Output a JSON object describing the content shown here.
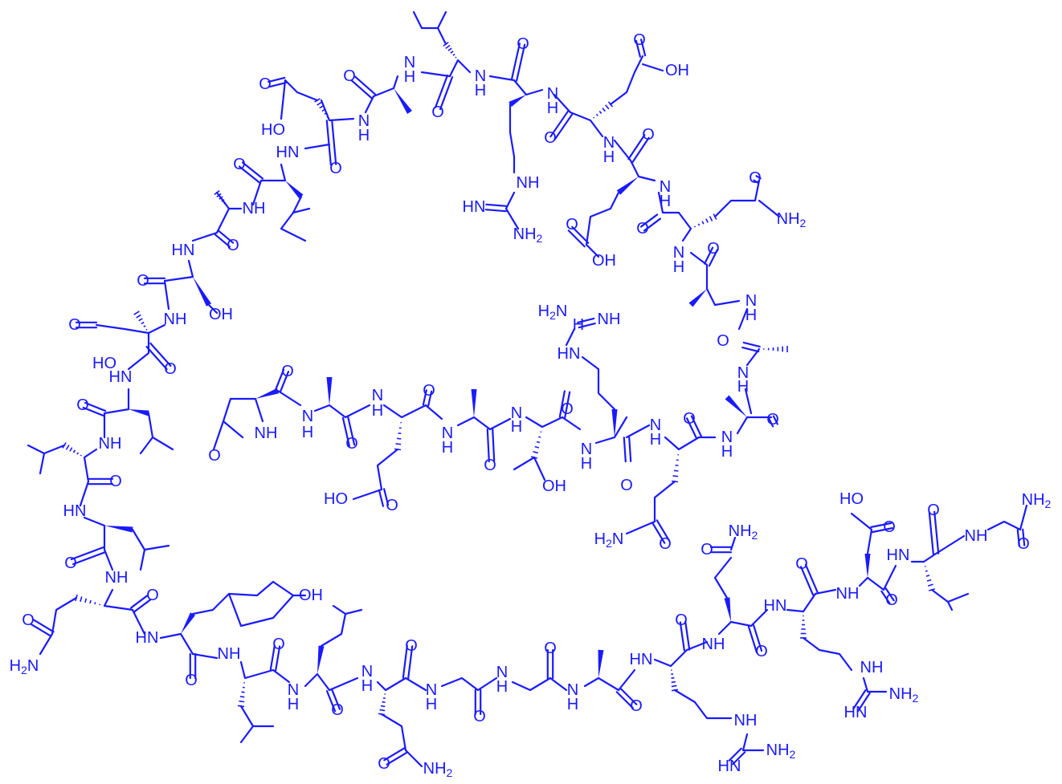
{
  "colors": {
    "structure": "#1a1aff",
    "background": "#ffffff"
  },
  "residues": {
    "pyroglu": {
      "ring_nh": "NH",
      "ring_o": "O",
      "co_o": "O"
    },
    "ala1": {
      "nh": "N",
      "nh_h": "H",
      "co_o": "O"
    },
    "glu1": {
      "nh": "N",
      "nh_h": "H",
      "co_o": "O",
      "side_o": "O",
      "side_oh": "HO"
    },
    "ala2": {
      "nh": "N",
      "nh_h": "H",
      "co_o": "O"
    },
    "thr1": {
      "nh": "N",
      "nh_h": "H",
      "co_o": "O",
      "side_oh": "OH"
    },
    "arg1": {
      "nh": "N",
      "nh_h": "H",
      "co_o": "O",
      "side_nh": "HN",
      "side_h": "H",
      "side_nh2": "H2N",
      "side_imine": "NH"
    },
    "gln1": {
      "nh": "N",
      "nh_h": "H",
      "co_o": "O",
      "side_o": "O",
      "side_nh2": "H2N"
    },
    "ala3": {
      "nh": "N",
      "nh_h": "H",
      "co_o": "O"
    },
    "ala4": {
      "nh": "N",
      "nh_h": "H",
      "co_o": "O"
    },
    "ala5": {
      "nh": "N",
      "nh_h": "H",
      "co_o": "O"
    },
    "gln2": {
      "nh": "N",
      "nh_h": "H",
      "co_o": "O",
      "side_o": "O",
      "side_nh2": "NH2"
    },
    "glu2": {
      "nh": "N",
      "nh_h": "H",
      "co_o": "O",
      "side_o": "O",
      "side_oh": "OH"
    },
    "glu3": {
      "nh": "N",
      "nh_h": "H",
      "co_o": "O",
      "side_o": "O",
      "side_oh": "OH"
    },
    "arg2": {
      "nh": "N",
      "nh_h": "H",
      "co_o": "O",
      "side_nh": "NH",
      "side_imine": "HN",
      "side_nh2": "NH2"
    },
    "leu1": {
      "nh": "N",
      "nh_h": "H",
      "co_o": "O"
    },
    "ala6": {
      "nh": "N",
      "nh_h": "H",
      "co_o": "O"
    },
    "asp1": {
      "nh": "N",
      "nh_h": "H",
      "co_o": "O",
      "side_o": "O",
      "side_oh": "HO"
    },
    "leu2": {
      "nh": "HN",
      "co_o": "O"
    },
    "ala7": {
      "nh": "NH",
      "co_o": "O"
    },
    "ser1": {
      "nh": "HN",
      "co_o": "O",
      "side_oh": "OH"
    },
    "asp2": {
      "nh": "NH",
      "co_o": "O",
      "side_o": "O",
      "side_oh": "HO"
    },
    "leu3": {
      "nh": "HN",
      "co_o": "O"
    },
    "leu4": {
      "nh": "NH",
      "co_o": "O"
    },
    "leu5": {
      "nh": "HN",
      "co_o": "O"
    },
    "gln3": {
      "nh": "NH",
      "co_o": "O",
      "side_o": "O",
      "side_nh2": "H2N"
    },
    "tyr1": {
      "nh": "HN",
      "co_o": "O",
      "side_oh": "OH"
    },
    "leu6": {
      "nh": "NH",
      "co_o": "O"
    },
    "leu7": {
      "nh": "N",
      "nh_h": "H",
      "co_o": "O"
    },
    "gln4": {
      "nh": "N",
      "nh_h": "H",
      "co_o": "O",
      "side_o": "O",
      "side_nh2": "NH2"
    },
    "gly1": {
      "nh": "N",
      "nh_h": "H",
      "co_o": "O"
    },
    "gly2": {
      "nh": "N",
      "nh_h": "H",
      "co_o": "O"
    },
    "ala8": {
      "nh": "N",
      "nh_h": "H",
      "co_o": "O"
    },
    "arg3": {
      "nh": "HN",
      "co_o": "O",
      "side_nh": "NH",
      "side_imine": "HN",
      "side_nh2": "NH2"
    },
    "gln5": {
      "nh": "NH",
      "co_o": "O",
      "side_o": "O",
      "side_nh2": "NH2"
    },
    "arg4": {
      "nh": "HN",
      "co_o": "O",
      "side_nh": "NH",
      "side_imine": "HN",
      "side_nh2": "NH2"
    },
    "asp3": {
      "nh": "NH",
      "co_o": "O",
      "side_o": "O",
      "side_oh": "HO"
    },
    "leu8": {
      "nh": "HN",
      "co_o": "O"
    },
    "gly3": {
      "nh": "NH",
      "co_o": "O",
      "side_nh2": "NH2"
    }
  }
}
